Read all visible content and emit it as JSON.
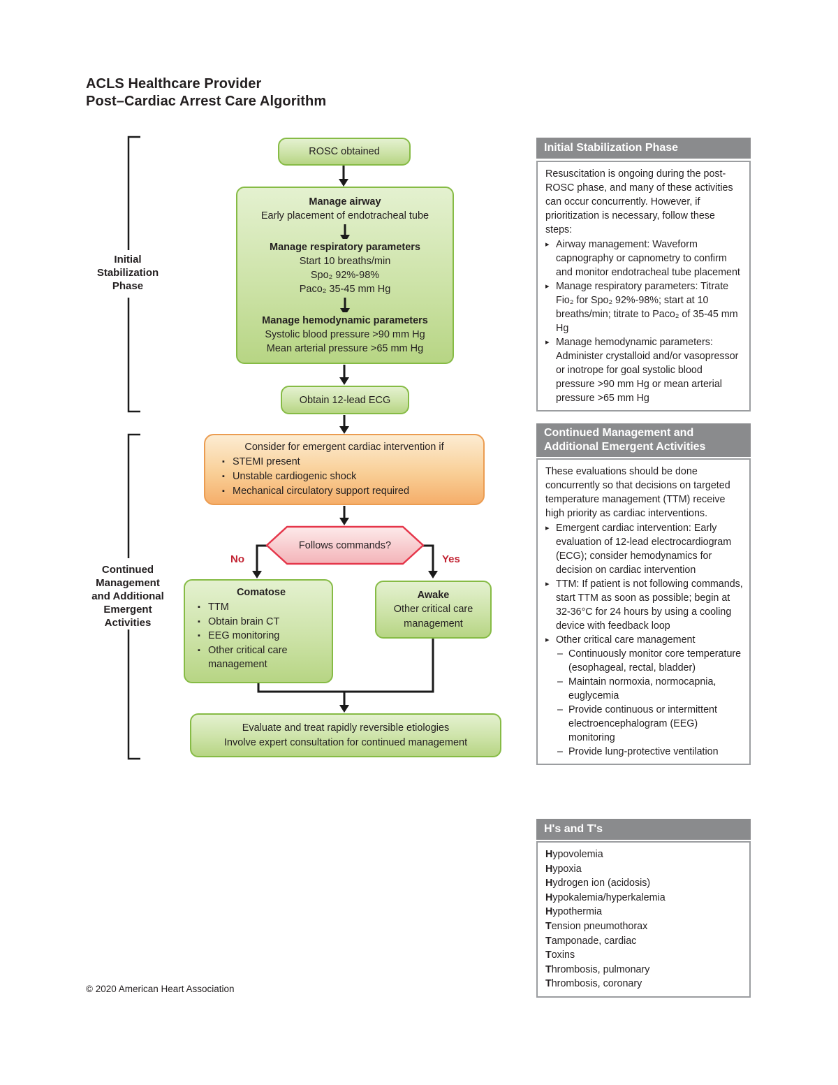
{
  "page": {
    "title_line1": "ACLS Healthcare Provider",
    "title_line2": "Post–Cardiac Arrest Care Algorithm",
    "copyright": "© 2020 American Heart Association"
  },
  "flowchart": {
    "bracket1": {
      "lines": [
        "Initial",
        "Stabilization",
        "Phase"
      ]
    },
    "bracket2": {
      "lines": [
        "Continued",
        "Management",
        "and Additional",
        "Emergent",
        "Activities"
      ]
    },
    "rosc": {
      "label": "ROSC obtained"
    },
    "manage": {
      "airway_title": "Manage airway",
      "airway_sub": "Early placement of endotracheal tube",
      "resp_title": "Manage respiratory parameters",
      "resp_lines": [
        "Start 10 breaths/min",
        "Spo₂ 92%-98%",
        "Paco₂ 35-45 mm Hg"
      ],
      "hemo_title": "Manage hemodynamic parameters",
      "hemo_lines": [
        "Systolic blood pressure >90 mm Hg",
        "Mean arterial pressure >65 mm Hg"
      ]
    },
    "ecg": {
      "label": "Obtain 12-lead ECG"
    },
    "intervention": {
      "title": "Consider for emergent cardiac intervention if",
      "bullets": [
        "STEMI present",
        "Unstable cardiogenic shock",
        "Mechanical circulatory support required"
      ]
    },
    "decision": {
      "question": "Follows commands?",
      "no": "No",
      "yes": "Yes"
    },
    "comatose": {
      "title": "Comatose",
      "bullets": [
        "TTM",
        "Obtain brain CT",
        "EEG monitoring",
        "Other critical care management"
      ]
    },
    "awake": {
      "title": "Awake",
      "sub": "Other critical care management"
    },
    "final": {
      "line1": "Evaluate and treat rapidly reversible etiologies",
      "line2": "Involve expert consultation for continued management"
    }
  },
  "sidebar": {
    "sections": [
      {
        "header": "Initial Stabilization Phase",
        "intro": "Resuscitation is ongoing during the post-ROSC phase, and many of these activities can occur concurrently. However, if prioritization is necessary, follow these steps:",
        "bullets": [
          "Airway management: Waveform capnography or capnometry to confirm and monitor endotracheal tube placement",
          "Manage respiratory parameters: Titrate Fio₂ for Spo₂ 92%-98%; start at 10 breaths/min; titrate to Paco₂ of 35-45 mm Hg",
          "Manage hemodynamic parameters: Administer crystalloid and/or vasopressor or inotrope for goal systolic blood pressure >90 mm Hg or mean arterial pressure >65 mm Hg"
        ]
      },
      {
        "header": "Continued Management and Additional Emergent Activities",
        "intro": "These evaluations should be done concurrently so that decisions on targeted temperature management (TTM) receive high priority as cardiac interventions.",
        "bullets": [
          "Emergent cardiac intervention: Early evaluation of 12-lead electrocardiogram (ECG); consider hemodynamics for decision on cardiac intervention",
          "TTM: If patient is not following commands, start TTM as soon as possible; begin at 32-36°C for 24 hours by using a cooling device with feedback loop",
          "Other critical care management"
        ],
        "subbullets": [
          "Continuously monitor core temperature (esophageal, rectal, bladder)",
          "Maintain normoxia, normocapnia, euglycemia",
          "Provide continuous or intermittent electroencephalogram (EEG) monitoring",
          "Provide lung-protective ventilation"
        ]
      },
      {
        "header": "H's and T's",
        "items": [
          {
            "b": "H",
            "rest": "ypovolemia"
          },
          {
            "b": "H",
            "rest": "ypoxia"
          },
          {
            "b": "H",
            "rest": "ydrogen ion (acidosis)"
          },
          {
            "b": "H",
            "rest": "ypokalemia/hyperkalemia"
          },
          {
            "b": "H",
            "rest": "ypothermia"
          },
          {
            "b": "T",
            "rest": "ension pneumothorax"
          },
          {
            "b": "T",
            "rest": "amponade, cardiac"
          },
          {
            "b": "T",
            "rest": "oxins"
          },
          {
            "b": "T",
            "rest": "hrombosis, pulmonary"
          },
          {
            "b": "T",
            "rest": "hrombosis, coronary"
          }
        ]
      }
    ]
  }
}
